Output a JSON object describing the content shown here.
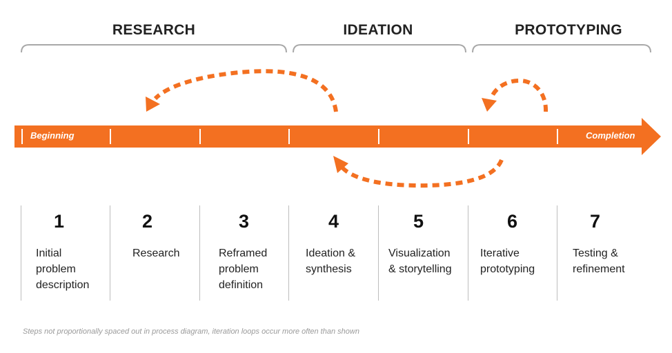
{
  "phases": [
    {
      "title": "RESEARCH"
    },
    {
      "title": "IDEATION"
    },
    {
      "title": "PROTOTYPING"
    }
  ],
  "arrow": {
    "start_label": "Beginning",
    "end_label": "Completion",
    "color": "#f37021"
  },
  "steps": [
    {
      "number": "1",
      "label": "Initial\nproblem\ndescription"
    },
    {
      "number": "2",
      "label": "Research"
    },
    {
      "number": "3",
      "label": "Reframed\nproblem\ndefinition"
    },
    {
      "number": "4",
      "label": "Ideation &\nsynthesis"
    },
    {
      "number": "5",
      "label": "Visualization\n& storytelling"
    },
    {
      "number": "6",
      "label": "Iterative\nprototyping"
    },
    {
      "number": "7",
      "label": "Testing &\nrefinement"
    }
  ],
  "footnote": "Steps not proportionally spaced out in process diagram, iteration loops occur more often than shown"
}
